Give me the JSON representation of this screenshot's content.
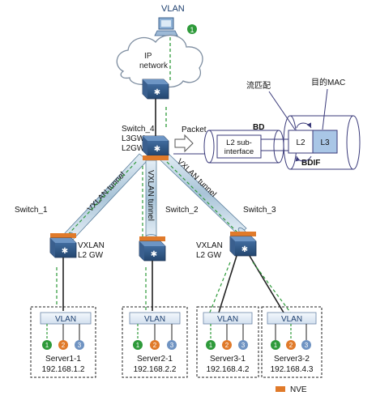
{
  "top": {
    "vlan_label": "VLAN",
    "badge_1": "1",
    "cloud_line1": "IP",
    "cloud_line2": "network"
  },
  "core": {
    "name": "Switch_4",
    "role1": "L3GW",
    "role2": "L2GW",
    "packet_label": "Packet"
  },
  "bd_box": {
    "bd_label": "BD",
    "subif_line1": "L2 sub-",
    "subif_line2": "interface"
  },
  "bdif_box": {
    "match_label": "流匹配",
    "mac_label": "目的MAC",
    "l2": "L2",
    "l3": "L3",
    "bdif_label": "BDIF"
  },
  "tunnels": {
    "left": "VXLAN tunnel",
    "middle": "VXLAN tunnel",
    "right": "VXLAN tunnel"
  },
  "switches": {
    "s1": "Switch_1",
    "s2": "Switch_2",
    "s3": "Switch_3",
    "gw_left_line1": "VXLAN",
    "gw_left_line2": "L2 GW",
    "gw_right_line1": "VXLAN",
    "gw_right_line2": "L2 GW"
  },
  "servers": [
    {
      "vlan": "VLAN",
      "name": "Server1-1",
      "ip": "192.168.1.2",
      "n1": "1",
      "n2": "2",
      "n3": "3"
    },
    {
      "vlan": "VLAN",
      "name": "Server2-1",
      "ip": "192.168.2.2",
      "n1": "1",
      "n2": "2",
      "n3": "3"
    },
    {
      "vlan": "VLAN",
      "name": "Server3-1",
      "ip": "192.168.4.2",
      "n1": "1",
      "n2": "2",
      "n3": "3"
    },
    {
      "vlan": "VLAN",
      "name": "Server3-2",
      "ip": "192.168.4.3",
      "n1": "1",
      "n2": "2",
      "n3": "3"
    }
  ],
  "legend": {
    "nve": "NVE"
  },
  "colors": {
    "switch_blue": "#2f5a8e",
    "tunnel": "#bcd2e2",
    "nve": "#e07a2a",
    "dashed_green": "#2e9a3a",
    "vm1": "#2e9a3a",
    "vm2": "#e07a2a",
    "vm3": "#6f93c2"
  }
}
